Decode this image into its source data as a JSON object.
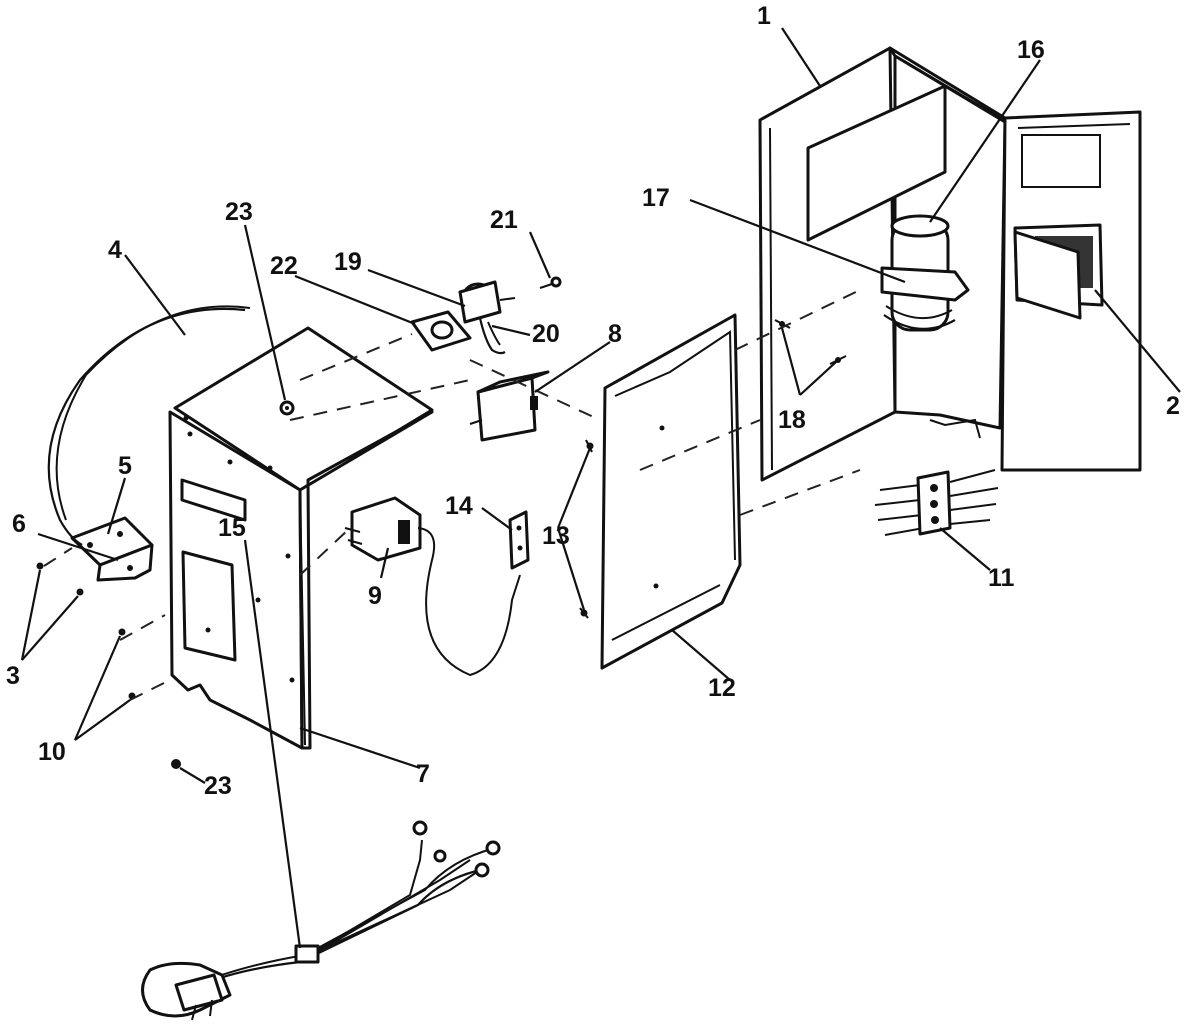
{
  "callouts": {
    "c1": "1",
    "c2": "2",
    "c3": "3",
    "c4": "4",
    "c5": "5",
    "c6": "6",
    "c7": "7",
    "c8": "8",
    "c9": "9",
    "c10": "10",
    "c11": "11",
    "c12": "12",
    "c13": "13",
    "c14": "14",
    "c15": "15",
    "c16": "16",
    "c17": "17",
    "c18": "18",
    "c19": "19",
    "c20": "20",
    "c21": "21",
    "c22": "22",
    "c23a": "23",
    "c23b": "23"
  }
}
